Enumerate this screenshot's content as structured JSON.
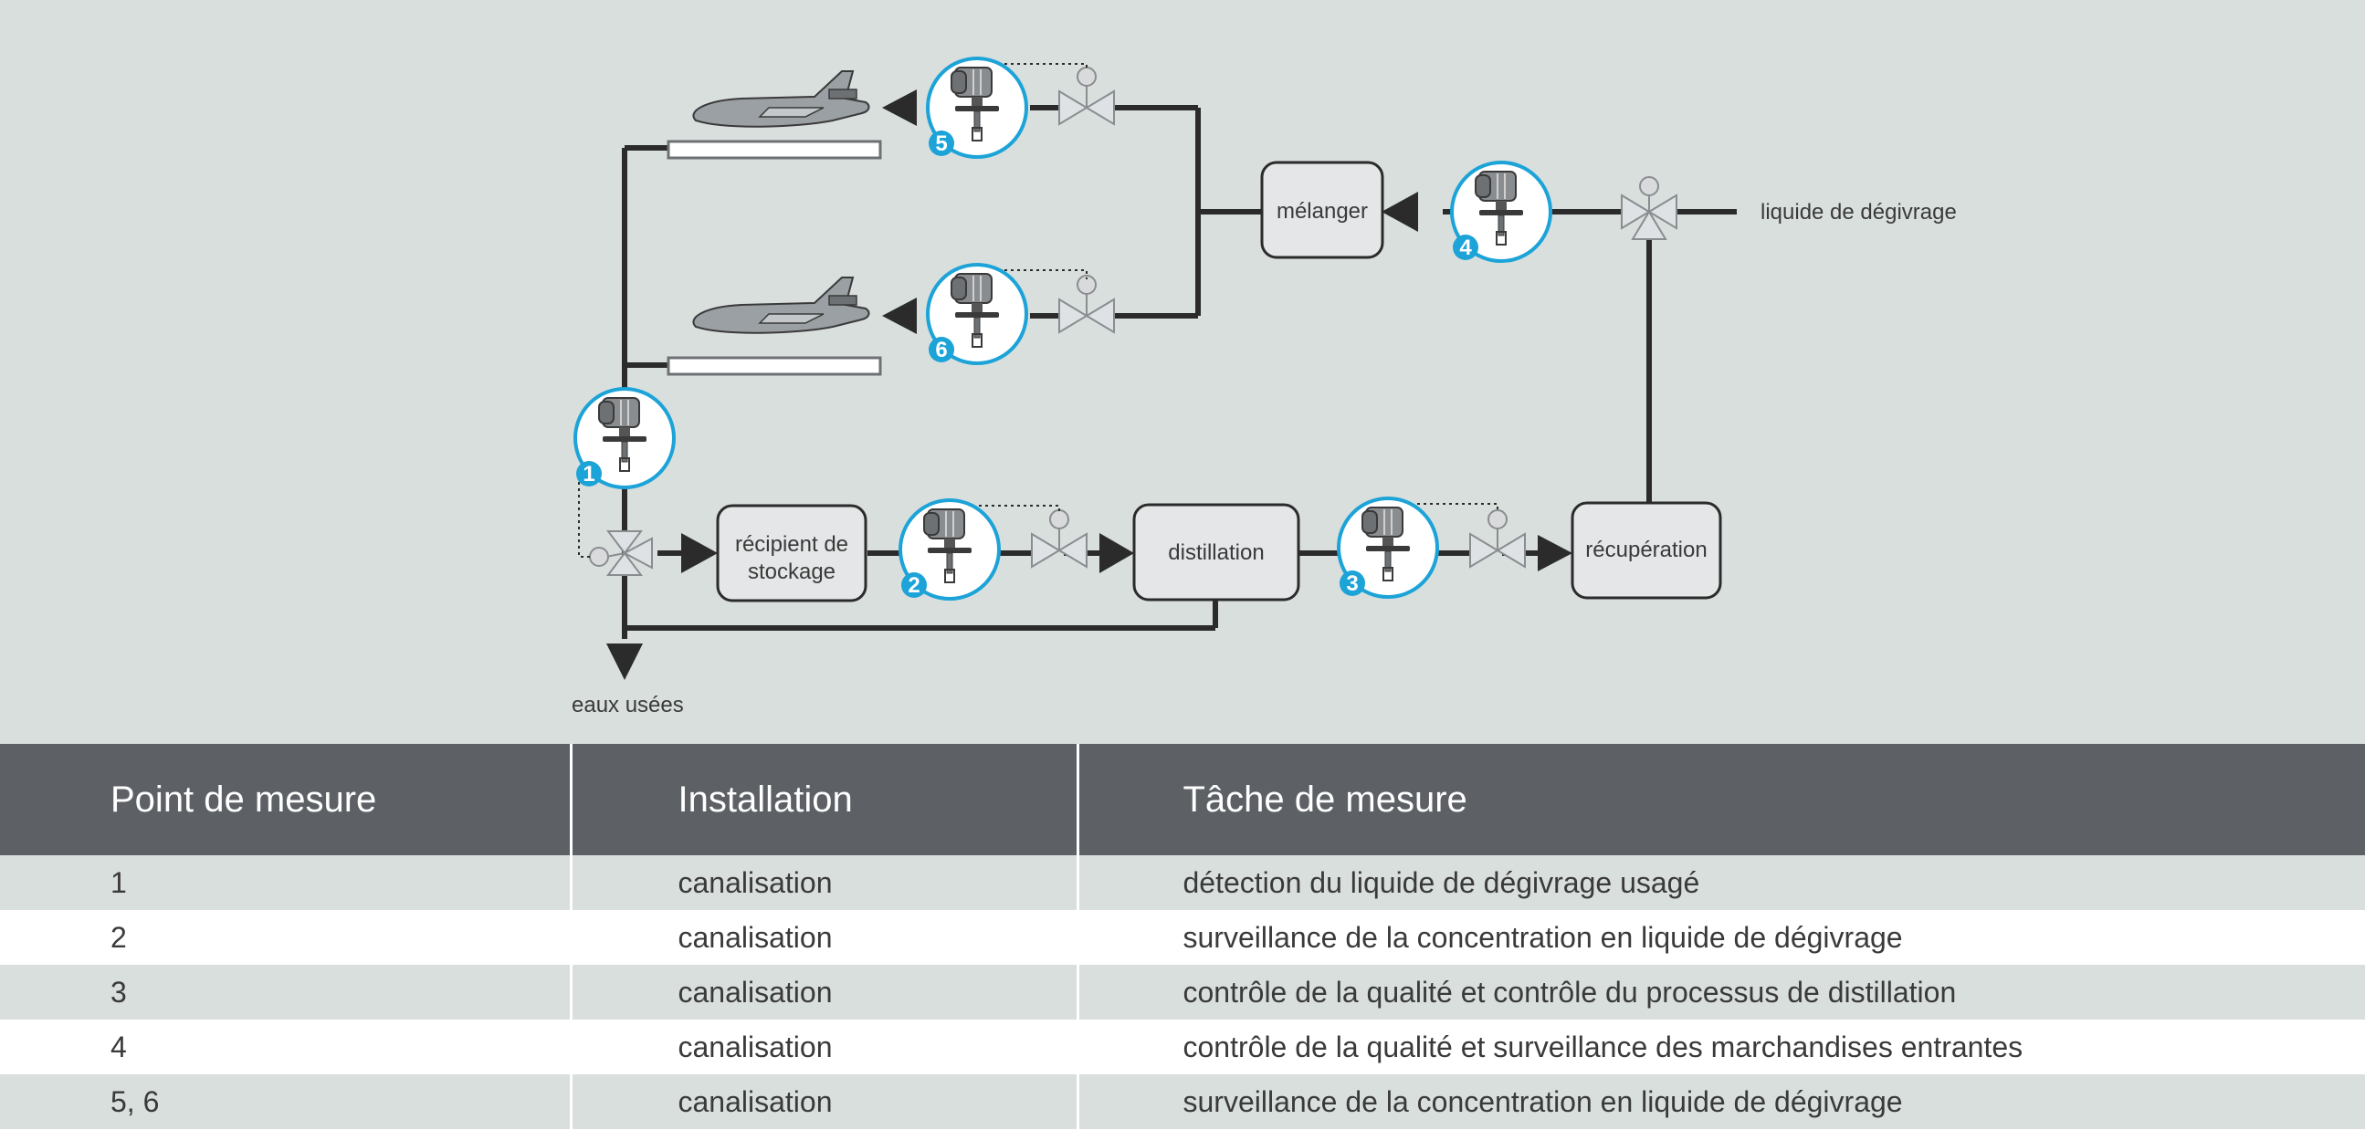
{
  "diagram": {
    "boxes": {
      "recipient_line1": "récipient de",
      "recipient_line2": "stockage",
      "distillation": "distillation",
      "recuperation": "récupération",
      "melanger": "mélanger"
    },
    "labels": {
      "deicing_fluid": "liquide de dégivrage",
      "waste_water": "eaux usées"
    },
    "sensors": [
      "1",
      "2",
      "3",
      "4",
      "5",
      "6"
    ],
    "colors": {
      "background": "#d9dfdd",
      "sensor_ring": "#1ca3d8",
      "line": "#2b2b2b",
      "header": "#5d6166"
    }
  },
  "table": {
    "headers": [
      "Point de mesure",
      "Installation",
      "Tâche de mesure"
    ],
    "rows": [
      [
        "1",
        "canalisation",
        "détection du liquide de dégivrage usagé"
      ],
      [
        "2",
        "canalisation",
        "surveillance de la concentration en liquide de dégivrage"
      ],
      [
        "3",
        "canalisation",
        "contrôle de la qualité et contrôle du processus de distillation"
      ],
      [
        "4",
        "canalisation",
        "contrôle de la qualité et surveillance des marchandises entrantes"
      ],
      [
        "5, 6",
        "canalisation",
        "surveillance de la concentration en liquide de dégivrage"
      ]
    ]
  }
}
